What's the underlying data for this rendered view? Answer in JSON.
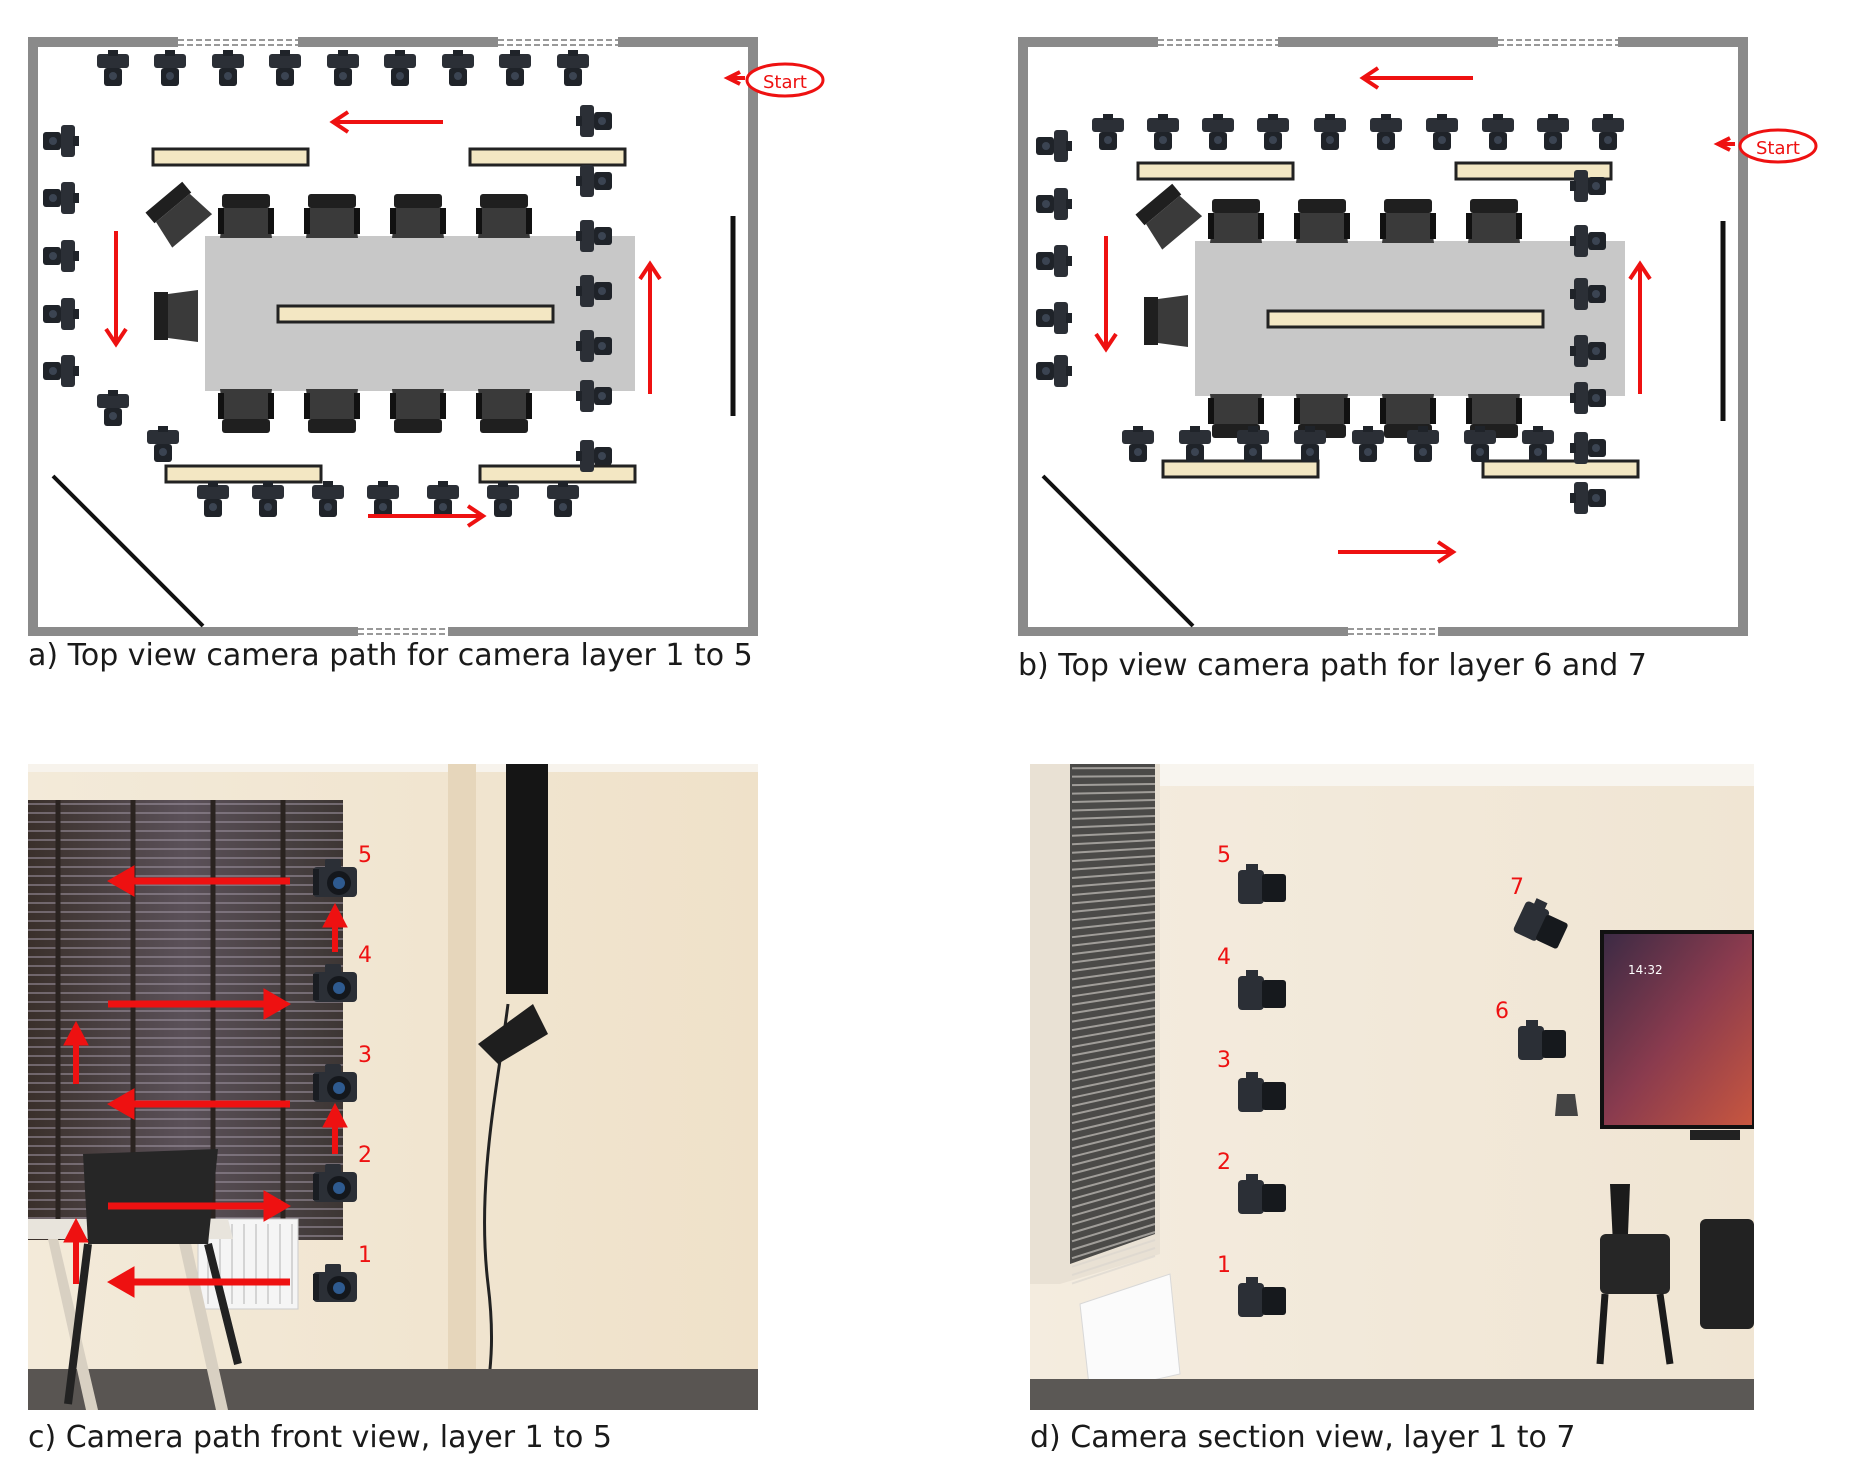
{
  "panels": {
    "a": {
      "caption": "a)   Top view camera path for camera layer 1 to 5",
      "start_label": "Start"
    },
    "b": {
      "caption": "b) Top view camera path for layer 6 and 7",
      "start_label": "Start"
    },
    "c": {
      "caption": "c) Camera path front view, layer 1 to 5",
      "layer_labels": [
        "1",
        "2",
        "3",
        "4",
        "5"
      ]
    },
    "d": {
      "caption": "d) Camera section view, layer 1 to 7",
      "layer_labels": [
        "1",
        "2",
        "3",
        "4",
        "5",
        "6",
        "7"
      ],
      "screen_time": "14:32"
    }
  },
  "colors": {
    "arrow": "#ee1111",
    "wall": "#8a8a8a",
    "table": "#c8c8c8",
    "bench": "#f3e7c3",
    "camera": "#2b2f36"
  }
}
